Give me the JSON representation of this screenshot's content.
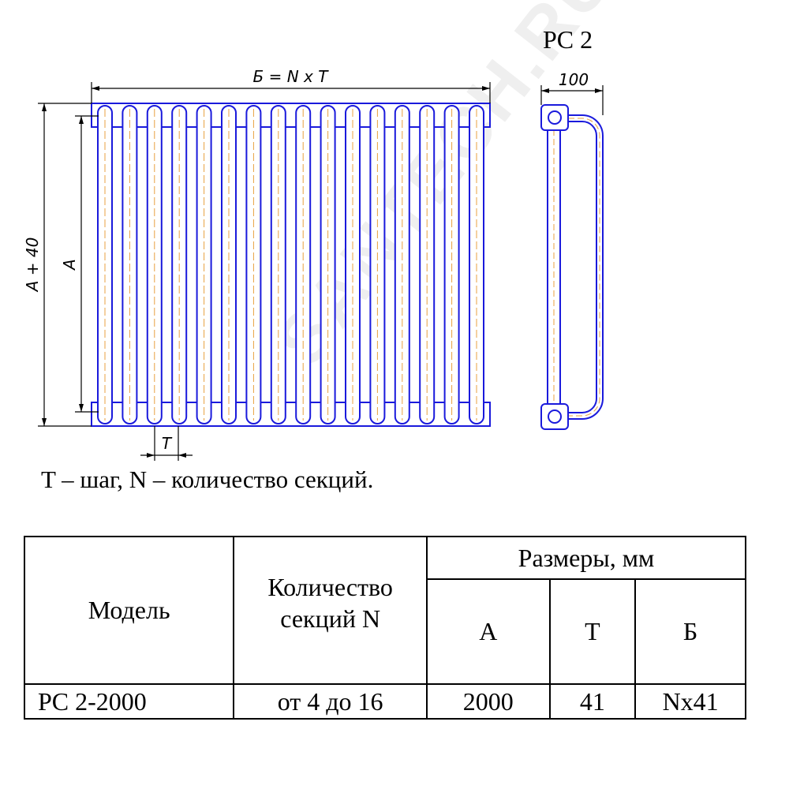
{
  "drawing": {
    "side_view_title": "PC 2",
    "dim_width": "Б = N x T",
    "dim_depth": "100",
    "dim_overall_height": "A + 40",
    "dim_height": "A",
    "dim_pitch": "T",
    "section_count": 16,
    "colors": {
      "outline": "#1a1adc",
      "axis": "#e8a040",
      "dims": "#000000"
    }
  },
  "caption": "T – шаг, N – количество секций.",
  "table": {
    "headers": {
      "model": "Модель",
      "sections": "Количество секций N",
      "dimensions": "Размеры, мм",
      "A": "A",
      "T": "T",
      "B": "Б"
    },
    "rows": [
      {
        "model": "PC 2-2000",
        "sections": "от 4 до 16",
        "A": "2000",
        "T": "41",
        "B": "Nx41"
      }
    ]
  },
  "watermark": "SANTECH.RU"
}
